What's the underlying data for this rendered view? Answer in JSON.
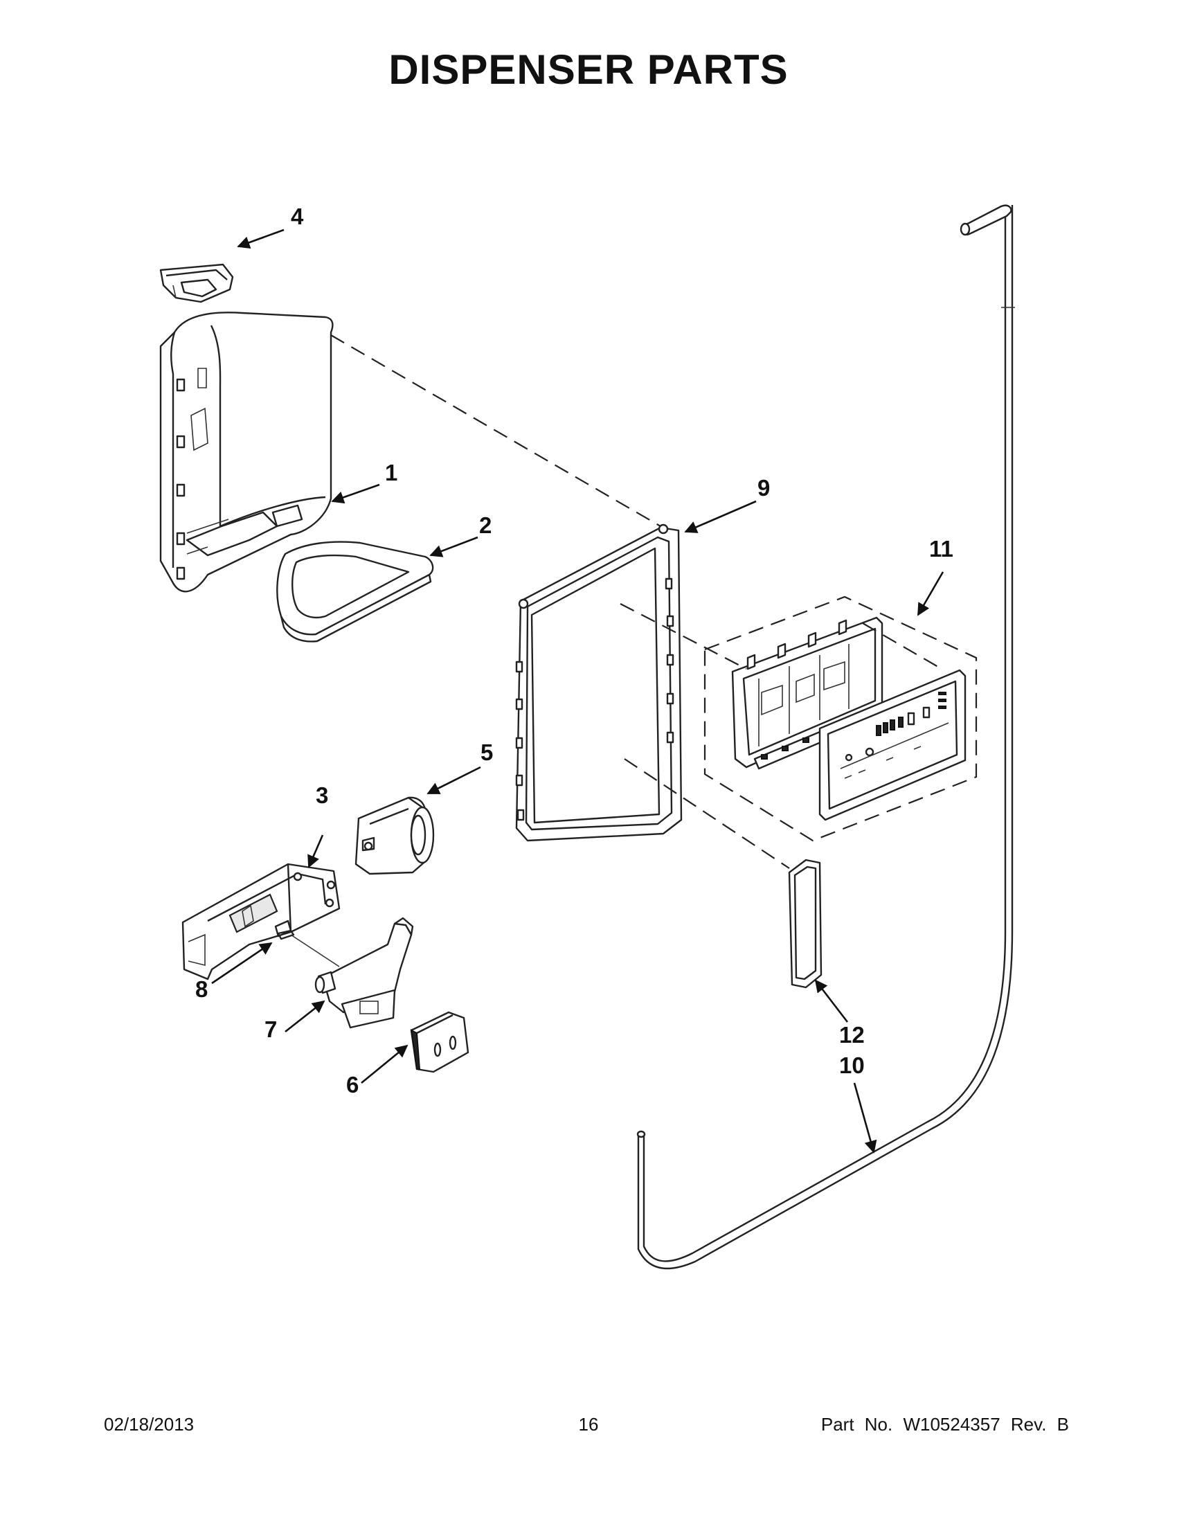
{
  "title": "DISPENSER PARTS",
  "callouts": [
    {
      "id": "1",
      "label": "1"
    },
    {
      "id": "2",
      "label": "2"
    },
    {
      "id": "3",
      "label": "3"
    },
    {
      "id": "4",
      "label": "4"
    },
    {
      "id": "5",
      "label": "5"
    },
    {
      "id": "6",
      "label": "6"
    },
    {
      "id": "7",
      "label": "7"
    },
    {
      "id": "8",
      "label": "8"
    },
    {
      "id": "9",
      "label": "9"
    },
    {
      "id": "10",
      "label": "10"
    },
    {
      "id": "11",
      "label": "11"
    },
    {
      "id": "12",
      "label": "12"
    }
  ],
  "footer": {
    "date": "02/18/2013",
    "page": "16",
    "part_no": "Part No.  W10524357  Rev.  B"
  }
}
